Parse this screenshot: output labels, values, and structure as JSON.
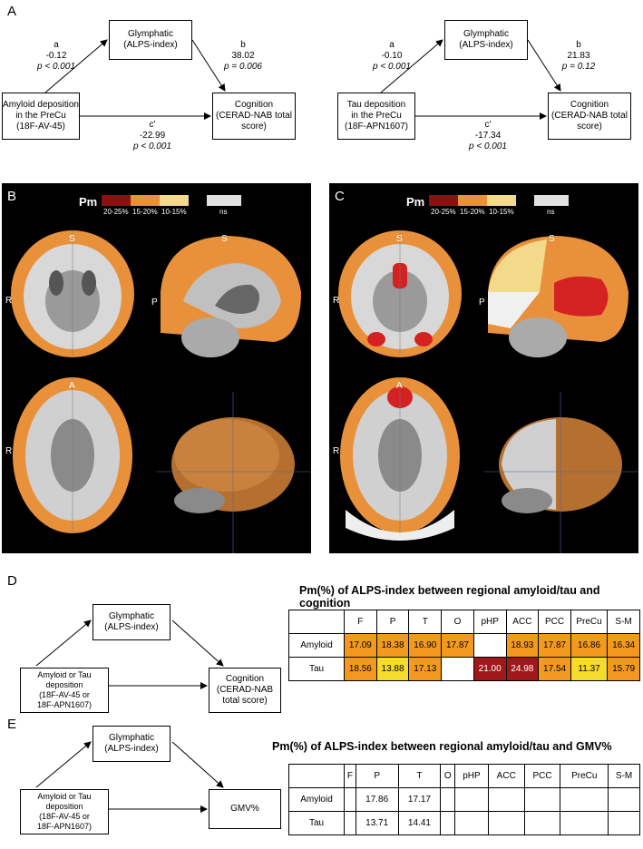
{
  "panelA": {
    "letter": "A",
    "left": {
      "glymphatic": [
        "Glymphatic",
        "(ALPS-index)"
      ],
      "exposure": [
        "Amyloid deposition",
        "in the PreCu",
        "(18F-AV-45)"
      ],
      "outcome": [
        "Cognition",
        "(CERAD-NAB total",
        "score)"
      ],
      "a": {
        "name": "a",
        "value": "-0.12",
        "p": "p < 0.001"
      },
      "b": {
        "name": "b",
        "value": "38.02",
        "p": "p = 0.006"
      },
      "c": {
        "name": "c'",
        "value": "-22.99",
        "p": "p < 0.001"
      }
    },
    "right": {
      "glymphatic": [
        "Glymphatic",
        "(ALPS-index)"
      ],
      "exposure": [
        "Tau deposition",
        "in the PreCu",
        "(18F-APN1607)"
      ],
      "outcome": [
        "Cognition",
        "(CERAD-NAB total",
        "score)"
      ],
      "a": {
        "name": "a",
        "value": "-0.10",
        "p": "p < 0.001"
      },
      "b": {
        "name": "b",
        "value": "21.83",
        "p": "p = 0.12"
      },
      "c": {
        "name": "c'",
        "value": "-17.34",
        "p": "p < 0.001"
      }
    }
  },
  "legend": {
    "title": "Pm",
    "items": [
      {
        "label": "20-25%",
        "color": "#8b1010"
      },
      {
        "label": "15-20%",
        "color": "#e8913a"
      },
      {
        "label": "10-15%",
        "color": "#f3d98a"
      },
      {
        "label": "ns",
        "color": "#e0e0e0"
      }
    ]
  },
  "panelB": {
    "letter": "B",
    "orient": {
      "s1": "S",
      "r1": "R",
      "s2": "S",
      "p2": "P",
      "a3": "A",
      "r3": "R"
    }
  },
  "panelC": {
    "letter": "C",
    "orient": {
      "s1": "S",
      "r1": "R",
      "s2": "S",
      "p2": "P",
      "a3": "A",
      "r3": "R"
    }
  },
  "panelD": {
    "letter": "D",
    "glymphatic": [
      "Glymphatic",
      "(ALPS-index)"
    ],
    "exposure": [
      "Amyloid or Tau",
      "deposition",
      "(18F-AV-45 or",
      "18F-APN1607)"
    ],
    "outcome": [
      "Cognition",
      "(CERAD-NAB",
      "total score)"
    ],
    "table_title": "Pm(%) of ALPS-index between regional amyloid/tau and cognition",
    "columns": [
      "F",
      "P",
      "T",
      "O",
      "pHP",
      "ACC",
      "PCC",
      "PreCu",
      "S-M"
    ],
    "rows": [
      {
        "name": "Amyloid",
        "values": [
          "17.09",
          "18.38",
          "16.90",
          "17.87",
          "",
          "18.93",
          "17.87",
          "16.86",
          "16.34"
        ],
        "colors": [
          "#f39a1e",
          "#f39a1e",
          "#f39a1e",
          "#f39a1e",
          "#ffffff",
          "#f39a1e",
          "#f39a1e",
          "#f39a1e",
          "#f39a1e"
        ]
      },
      {
        "name": "Tau",
        "values": [
          "18.56",
          "13.88",
          "17.13",
          "",
          "21.00",
          "24.98",
          "17.54",
          "11.37",
          "15.79"
        ],
        "colors": [
          "#f39a1e",
          "#f6dc2a",
          "#f39a1e",
          "#ffffff",
          "#a11818",
          "#a11818",
          "#f39a1e",
          "#f6dc2a",
          "#f39a1e"
        ]
      }
    ]
  },
  "panelE": {
    "letter": "E",
    "glymphatic": [
      "Glymphatic",
      "(ALPS-index)"
    ],
    "exposure": [
      "Amyloid or Tau",
      "deposition",
      "(18F-AV-45 or",
      "18F-APN1607)"
    ],
    "outcome": [
      "GMV%"
    ],
    "table_title": "Pm(%) of ALPS-index between regional amyloid/tau and GMV%",
    "columns": [
      "F",
      "P",
      "T",
      "O",
      "pHP",
      "ACC",
      "PCC",
      "PreCu",
      "S-M"
    ],
    "rows": [
      {
        "name": "Amyloid",
        "values": [
          "",
          "17.86",
          "17.17",
          "",
          "",
          "",
          "",
          "",
          ""
        ]
      },
      {
        "name": "Tau",
        "values": [
          "",
          "13.71",
          "14.41",
          "",
          "",
          "",
          "",
          "",
          ""
        ]
      }
    ]
  }
}
